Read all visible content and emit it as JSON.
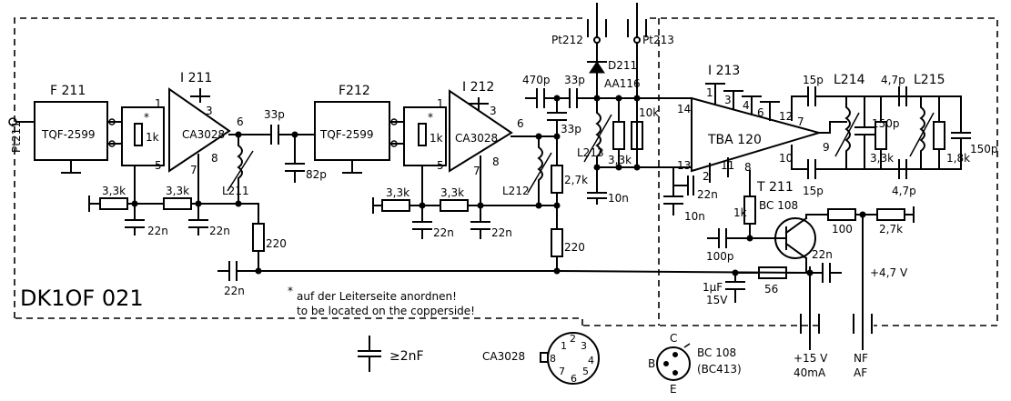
{
  "board_title": "DK1OF 021",
  "notes": {
    "star_de": "auf der Leiterseite anordnen!",
    "star_en": "to be located on the copperside!",
    "legend_cap": "≥2nF"
  },
  "ports": {
    "input": "Pt211",
    "pt212": "Pt212",
    "pt213": "Pt213",
    "supply_voltage": "+15 V",
    "supply_current": "40mA",
    "nf": "NF",
    "af": "AF",
    "v47": "+4,7 V"
  },
  "components": {
    "f211": "F 211",
    "f211_type": "TQF-2599",
    "f212": "F212",
    "f212_type": "TQF-2599",
    "i211": "I 211",
    "i211_type": "CA3028",
    "i212": "I 212",
    "i212_type": "CA3028",
    "i213": "I 213",
    "i213_type": "TBA 120",
    "d211": "D211",
    "d211_type": "AA116",
    "t211": "T 211",
    "t211_type": "BC 108",
    "l211": "L211",
    "l212": "L212",
    "l213": "L213",
    "l214": "L214",
    "l215": "L215"
  },
  "values": {
    "r_1k_a": "1k",
    "r_1k_b": "1k",
    "r_33k_1": "3,3k",
    "r_33k_2": "3,3k",
    "r_33k_3": "3,3k",
    "r_33k_4": "3,3k",
    "r_220_a": "220",
    "r_220_b": "220",
    "r_27k_a": "2,7k",
    "r_27k_b": "2,7k",
    "r_10k": "10k",
    "r_33k_5": "3,3k",
    "r_33k_6": "3,3k",
    "r_18k": "1,8k",
    "r_1k_c": "1k",
    "r_100": "100",
    "r_56": "56",
    "c_33p_a": "33p",
    "c_82p": "82p",
    "c_22n_1": "22n",
    "c_22n_2": "22n",
    "c_22n_3": "22n",
    "c_22n_4": "22n",
    "c_22n_5": "22n",
    "c_22n_6": "22n",
    "c_22n_7": "22n",
    "c_470p": "470p",
    "c_33p_b": "33p",
    "c_33p_c": "33p",
    "c_10n_a": "10n",
    "c_10n_b": "10n",
    "c_15p_a": "15p",
    "c_15p_b": "15p",
    "c_150p_a": "150p",
    "c_150p_b": "150p",
    "c_47p_a": "4,7p",
    "c_47p_b": "4,7p",
    "c_100p": "100p",
    "c_1uf": "1µF",
    "c_1uf_v": "15V"
  },
  "pins": {
    "p1": "1",
    "p2": "2",
    "p3": "3",
    "p4": "4",
    "p5": "5",
    "p6": "6",
    "p7": "7",
    "p8": "8",
    "p9": "9",
    "p10": "10",
    "p11": "11",
    "p12": "12",
    "p13": "13",
    "p14": "14"
  },
  "legend": {
    "ca3028": "CA3028",
    "bc108": "BC 108",
    "bc413": "(BC413)",
    "pin_c": "C",
    "pin_b": "B",
    "pin_e": "E"
  }
}
